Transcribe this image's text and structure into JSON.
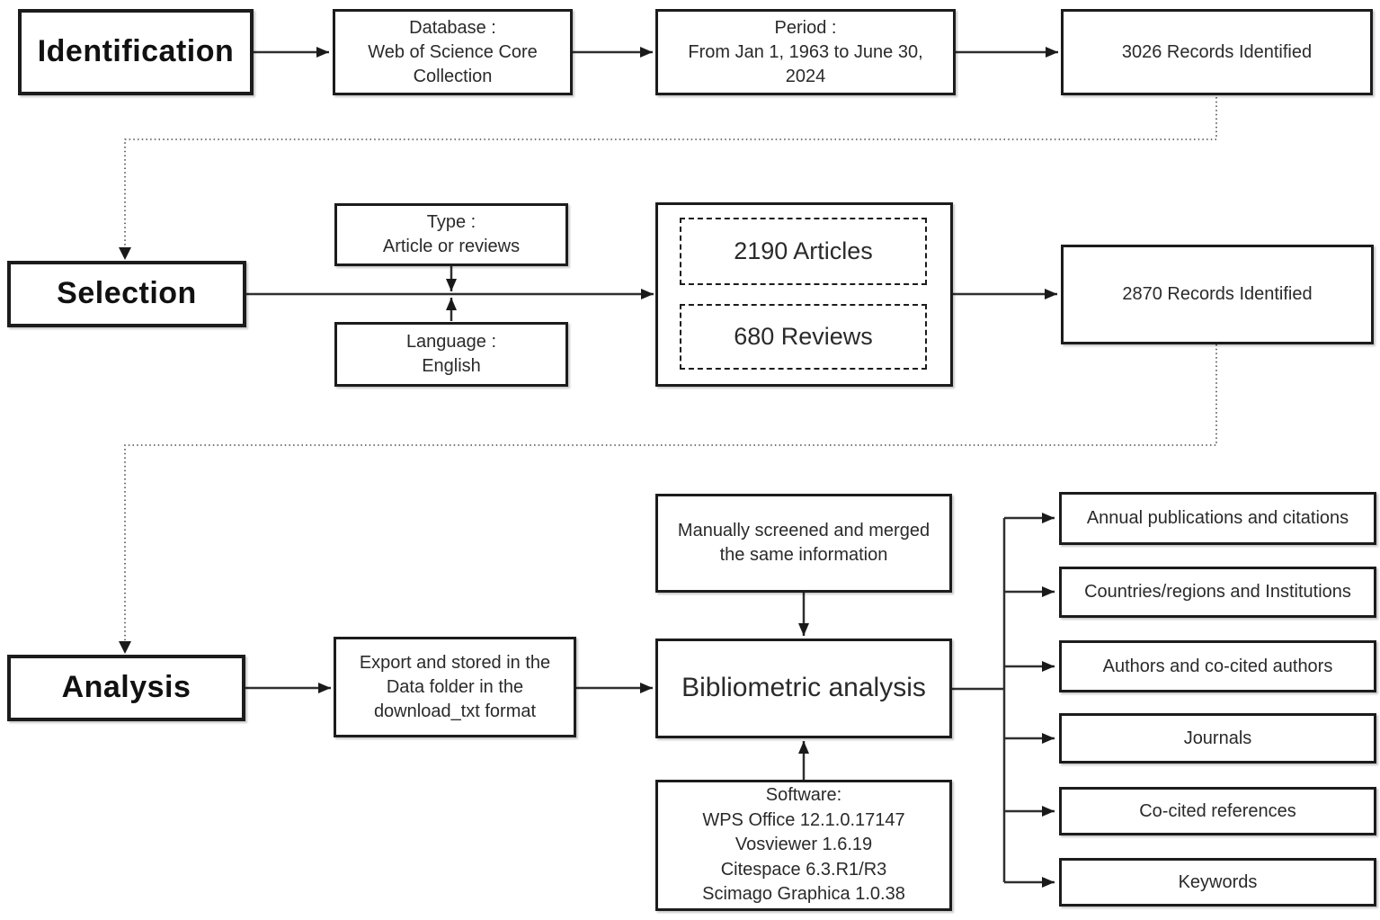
{
  "colors": {
    "line": "#2f2f2f",
    "border": "#1c1c1c",
    "text": "#2a2a2a",
    "background": "#ffffff"
  },
  "flow": {
    "identification": {
      "phase_label": "Identification",
      "database_box": "Database :\nWeb of Science Core\nCollection",
      "period_box": "Period :\nFrom Jan 1, 1963 to June 30,\n2024",
      "records_box": "3026 Records Identified"
    },
    "selection": {
      "phase_label": "Selection",
      "type_box": "Type :\nArticle or reviews",
      "language_box": "Language :\nEnglish",
      "articles_box": "2190 Articles",
      "reviews_box": "680 Reviews",
      "records_box": "2870 Records Identified"
    },
    "analysis": {
      "phase_label": "Analysis",
      "export_box": "Export and stored in the\nData folder in the\ndownload_txt format",
      "manual_box": "Manually screened and merged\nthe same information",
      "bibliometric_box": "Bibliometric analysis",
      "software_box": "Software:\nWPS Office 12.1.0.17147\nVosviewer 1.6.19\nCitespace 6.3.R1/R3\nScimago Graphica 1.0.38",
      "outputs": [
        "Annual publications and citations",
        "Countries/regions and Institutions",
        "Authors and co-cited authors",
        "Journals",
        "Co-cited references",
        "Keywords"
      ]
    }
  }
}
